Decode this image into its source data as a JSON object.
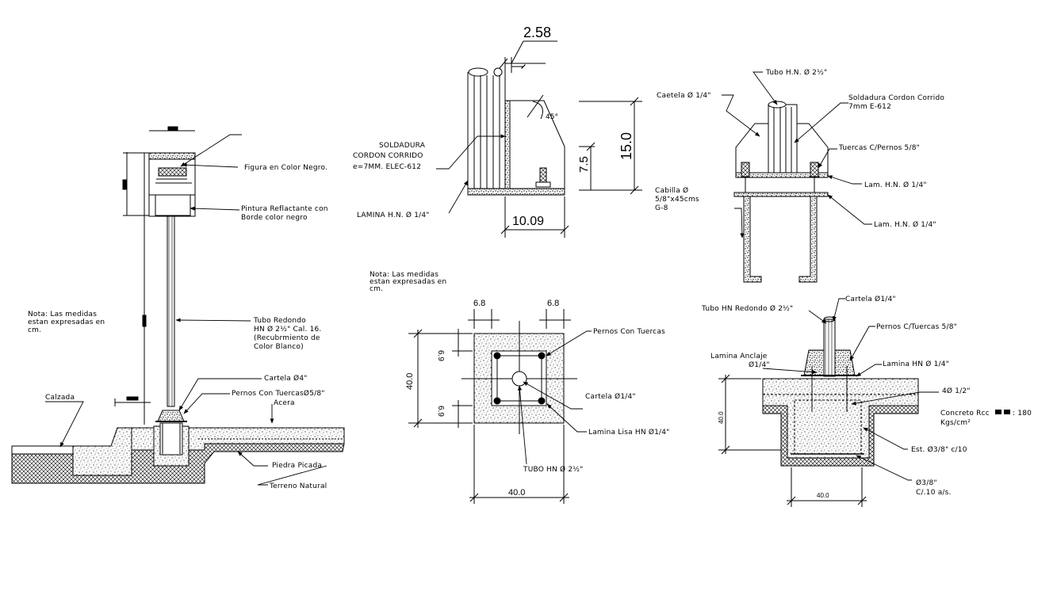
{
  "left_view": {
    "figura": "Figura en Color Negro.",
    "pintura_1": "Pintura Reflactante con",
    "pintura_2": "Borde color negro",
    "nota_1": "Nota: Las medidas",
    "nota_2": "estan expresadas en",
    "nota_3": "cm.",
    "tubo_1": "Tubo Redondo",
    "tubo_2": "HN Ø 2½\" Cal. 16.",
    "tubo_3": "(Recubrmiento de",
    "tubo_4": "Color Blanco)",
    "cartela": "Cartela Ø4\"",
    "pernos": "Pernos Con TuercasØ5/8\"",
    "acera": "Acera",
    "calzada": "Calzada",
    "piedra": "Piedra Picada",
    "terreno": "Terreno Natural"
  },
  "detail_weld": {
    "dim_top": "2.58",
    "angle": "45°",
    "dim_15": "15.0",
    "dim_75": "7.5",
    "dim_1009": "10.09",
    "sold_1": "SOLDADURA",
    "sold_2": "CORDON CORRIDO",
    "sold_3": "e=7MM. ELEC-612",
    "lamina": "LAMINA H.N. Ø 1/4\""
  },
  "detail_anchor": {
    "tubo": "Tubo H.N. Ø 2½\"",
    "cartela": "Caetela Ø 1/4\"",
    "sold_1": "Soldadura Cordon Corrido",
    "sold_2": "7mm E-612",
    "tuercas": "Tuercas C/Pernos 5/8\"",
    "lam1": "Lam. H.N. Ø 1/4\"",
    "lam2": "Lam. H.N. Ø 1/4\"",
    "cab_1": "Cabilla Ø",
    "cab_2": "5/8\"x45cms",
    "cab_3": "G-8"
  },
  "plan_view": {
    "nota_1": "Nota: Las medidas",
    "nota_2": "estan expresadas en",
    "nota_3": "cm.",
    "d68a": "6.8",
    "d68b": "6.8",
    "d69a": "6.9",
    "d69b": "6.9",
    "d40v": "40.0",
    "d40h": "40.0",
    "pernos": "Pernos Con Tuercas",
    "cartela": "Cartela Ø1/4\"",
    "lamina": "Lamina Lisa HN Ø1/4\"",
    "tubo": "TUBO HN Ø 2½\""
  },
  "foundation": {
    "tubo": "Tubo HN Redondo Ø 2½\"",
    "cartela": "Cartela Ø1/4\"",
    "pernos": "Pernos C/Tuercas 5/8\"",
    "anc_1": "Lamina Anclaje",
    "anc_2": "Ø1/4\"",
    "lamina": "Lamina HN Ø 1/4\"",
    "fi12": "4Ø 1/2\"",
    "conc_1": "Concreto Rcc",
    "conc_val": ": 180",
    "conc_2": "Kgs/cm²",
    "est": "Est. Ø3/8\" c/10",
    "fi38_1": "Ø3/8\"",
    "fi38_2": "C/.10 a/s.",
    "d40v": "40.0",
    "d40h": "40.0"
  }
}
